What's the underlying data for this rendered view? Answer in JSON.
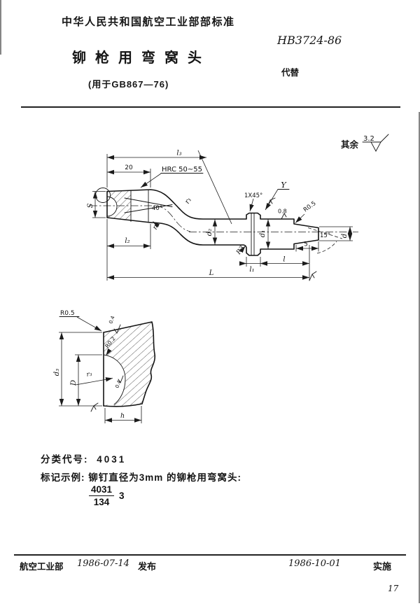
{
  "header": {
    "org_standard": "中华人民共和国航空工业部部标准",
    "standard_no": "HB3724-86",
    "title": "铆枪用弯窝头",
    "replaces": "代替",
    "subtitle": "(用于GB867—76)"
  },
  "surface_note": {
    "prefix": "其余",
    "roughness": "3.2"
  },
  "main_drawing": {
    "labels": {
      "l3": "l₃",
      "len20": "20",
      "hrc": "HRC 50~55",
      "s": "S",
      "angle40": "40°",
      "r1": "r₁",
      "r2": "r₂",
      "l2": "l₂",
      "d2": "d₂",
      "fillet_r3": "R3",
      "chamfer": "1X45°",
      "view_y": "Y",
      "d1": "d₁",
      "rough08": "0.8",
      "r05": "R0.5",
      "d": "d",
      "angle15": "15°",
      "len5": "5",
      "l1": "l₁",
      "l": "l",
      "L": "L"
    }
  },
  "detail_drawing": {
    "labels": {
      "r05": "R0.5",
      "rough04_top": "0.4",
      "r02": "R0.2",
      "d3": "d₃",
      "dia_D": "D",
      "r3": "r₃",
      "rough04_sphere": "0.4",
      "h": "h"
    }
  },
  "notes": {
    "class_code_label": "分类代号:",
    "class_code_value": "4031",
    "example_text": "标记示例: 铆钉直径为3mm 的铆枪用弯窝头:",
    "designation": {
      "numerator": "4031",
      "denominator": "134",
      "size": "3"
    }
  },
  "footer": {
    "issuer": "航空工业部",
    "issue_date": "1986-07-14",
    "issue_label": "发布",
    "impl_date": "1986-10-01",
    "impl_label": "实施",
    "page_number": "17"
  }
}
